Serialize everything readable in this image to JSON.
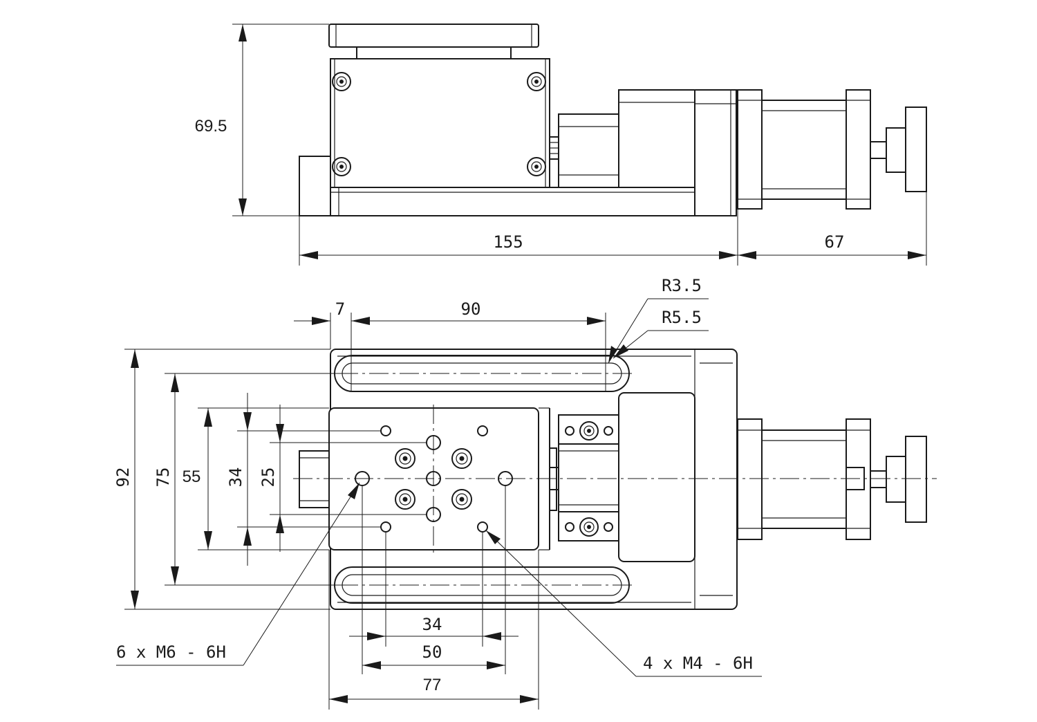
{
  "dimensions": {
    "height_69_5": "69.5",
    "length_155": "155",
    "length_67": "67",
    "offset_7": "7",
    "slot_90": "90",
    "radius_r3_5": "R3.5",
    "radius_r5_5": "R5.5",
    "width_92": "92",
    "width_75": "75",
    "width_55": "55",
    "width_34": "34",
    "width_25": "25",
    "hole_34": "34",
    "hole_50": "50",
    "table_77": "77"
  },
  "callouts": {
    "m6_holes": "6 x  M6 - 6H",
    "m4_holes": "4 x  M4 - 6H"
  }
}
